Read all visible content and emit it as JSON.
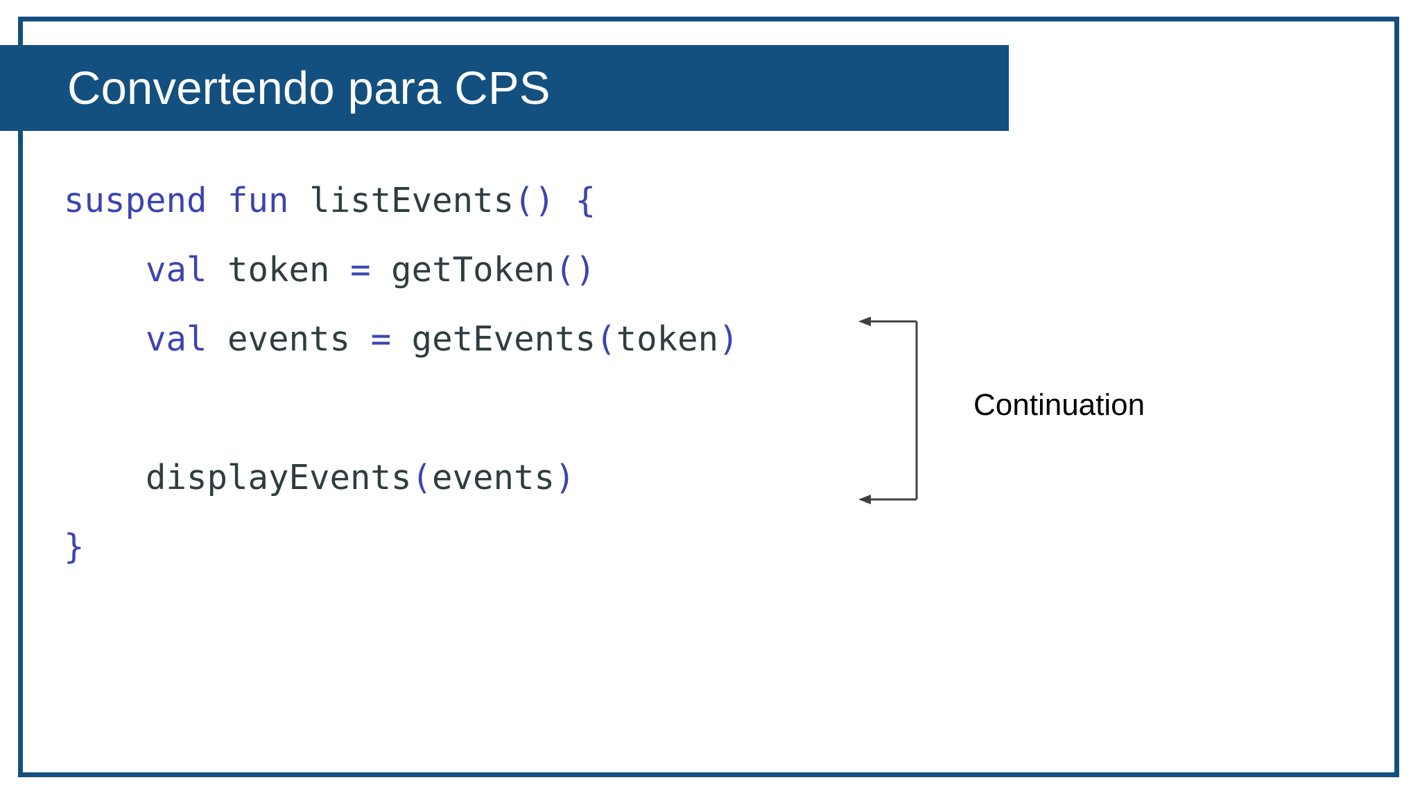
{
  "slide": {
    "title": "Convertendo para CPS",
    "accent_color": "#14507F",
    "background_color": "#FFFFFF"
  },
  "code": {
    "language": "kotlin",
    "keyword_color": "#3B44B0",
    "identifier_color": "#2E3D40",
    "lines": [
      {
        "text": "suspend fun listEvents() {",
        "tokens": [
          {
            "t": "suspend",
            "k": "kw"
          },
          {
            "t": " ",
            "k": "id"
          },
          {
            "t": "fun",
            "k": "kw"
          },
          {
            "t": " ",
            "k": "id"
          },
          {
            "t": "listEvents",
            "k": "id"
          },
          {
            "t": "()",
            "k": "punc"
          },
          {
            "t": " ",
            "k": "id"
          },
          {
            "t": "{",
            "k": "punc"
          }
        ]
      },
      {
        "text": "    val token = getToken()",
        "tokens": [
          {
            "t": "    ",
            "k": "id"
          },
          {
            "t": "val",
            "k": "kw"
          },
          {
            "t": " ",
            "k": "id"
          },
          {
            "t": "token",
            "k": "id"
          },
          {
            "t": " ",
            "k": "id"
          },
          {
            "t": "=",
            "k": "punc"
          },
          {
            "t": " ",
            "k": "id"
          },
          {
            "t": "getToken",
            "k": "id"
          },
          {
            "t": "()",
            "k": "punc"
          }
        ]
      },
      {
        "text": "    val events = getEvents(token)",
        "tokens": [
          {
            "t": "    ",
            "k": "id"
          },
          {
            "t": "val",
            "k": "kw"
          },
          {
            "t": " ",
            "k": "id"
          },
          {
            "t": "events",
            "k": "id"
          },
          {
            "t": " ",
            "k": "id"
          },
          {
            "t": "=",
            "k": "punc"
          },
          {
            "t": " ",
            "k": "id"
          },
          {
            "t": "getEvents",
            "k": "id"
          },
          {
            "t": "(",
            "k": "punc"
          },
          {
            "t": "token",
            "k": "id"
          },
          {
            "t": ")",
            "k": "punc"
          }
        ]
      },
      {
        "text": "",
        "tokens": [
          {
            "t": " ",
            "k": "blank"
          }
        ]
      },
      {
        "text": "    displayEvents(events)",
        "tokens": [
          {
            "t": "    ",
            "k": "id"
          },
          {
            "t": "displayEvents",
            "k": "id"
          },
          {
            "t": "(",
            "k": "punc"
          },
          {
            "t": "events",
            "k": "id"
          },
          {
            "t": ")",
            "k": "punc"
          }
        ]
      },
      {
        "text": "}",
        "tokens": [
          {
            "t": "}",
            "k": "punc"
          }
        ]
      }
    ]
  },
  "annotation": {
    "label": "Continuation",
    "label_color": "#000000",
    "bracket_color": "#404040",
    "arrow_direction": "left",
    "arrow_count": 2
  }
}
